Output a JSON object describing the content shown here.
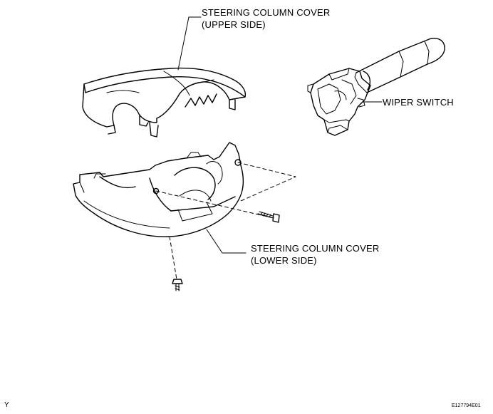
{
  "labels": {
    "upper_cover_line1": "STEERING COLUMN COVER",
    "upper_cover_line2": "(UPPER SIDE)",
    "wiper_switch": "WIPER SWITCH",
    "lower_cover_line1": "STEERING COLUMN COVER",
    "lower_cover_line2": "(LOWER SIDE)"
  },
  "footer": {
    "corner_mark": "Y",
    "figure_code": "E127794E01"
  },
  "colors": {
    "line": "#000000",
    "background": "#ffffff"
  }
}
